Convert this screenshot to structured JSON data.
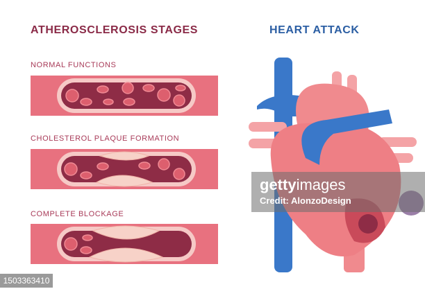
{
  "titles": {
    "left": "ATHEROSCLEROSIS STAGES",
    "right": "HEART ATTACK"
  },
  "stages": [
    {
      "label": "NORMAL FUNCTIONS"
    },
    {
      "label": "CHOLESTEROL PLAQUE FORMATION"
    },
    {
      "label": "COMPLETE BLOCKAGE"
    }
  ],
  "watermark": {
    "brand_bold": "getty",
    "brand_light": "images",
    "credit": "Credit: AlonzoDesign"
  },
  "image_id": "1503363410",
  "colors": {
    "title": "#8a2a47",
    "heart_title": "#2b5ea3",
    "vessel": "#e8717f",
    "lumen": "#8e2c46",
    "vein": "#3a78c9"
  }
}
